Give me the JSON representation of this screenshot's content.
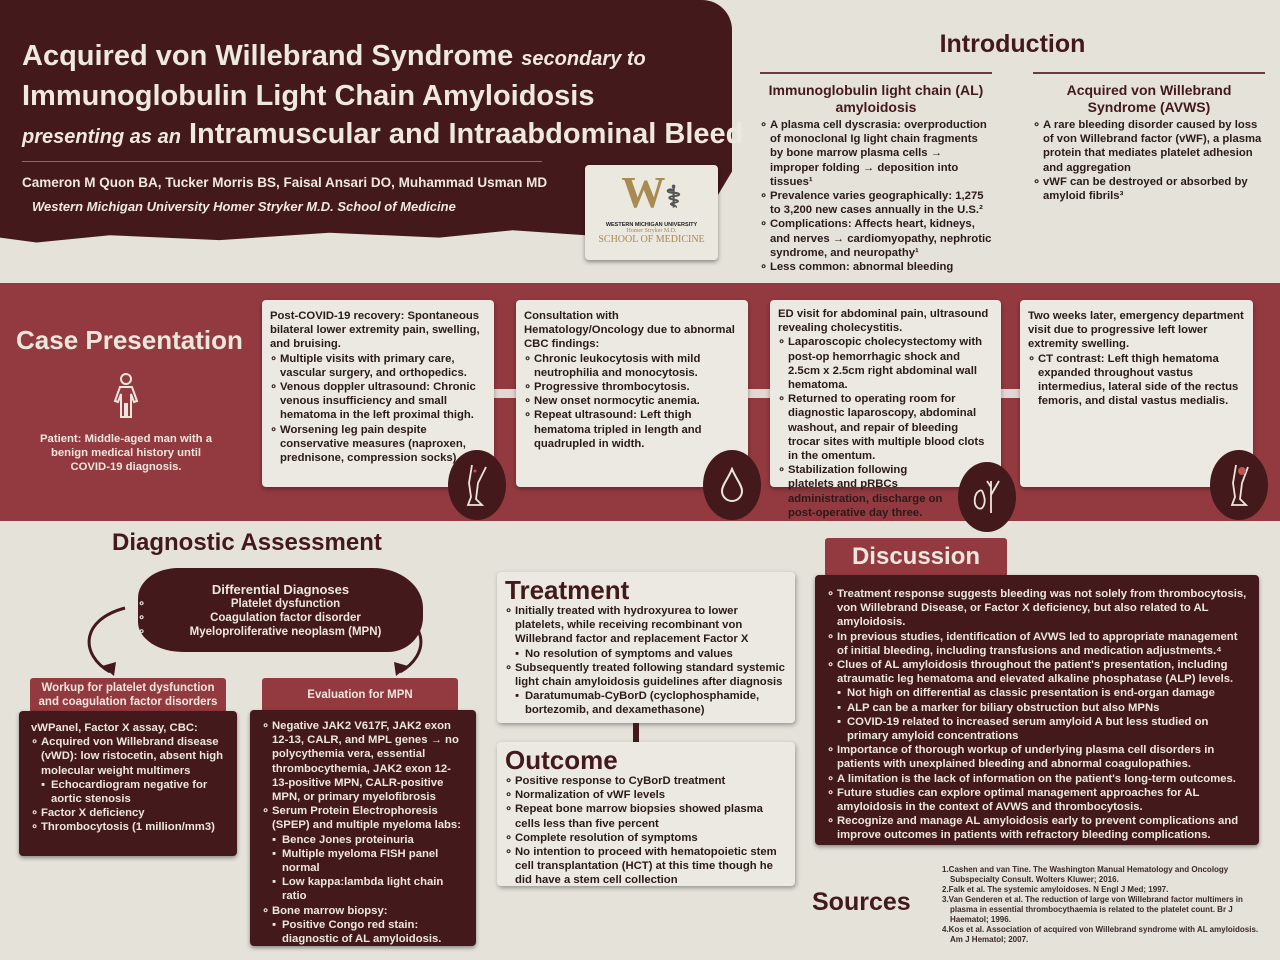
{
  "header": {
    "title_a": "Acquired von Willebrand Syndrome",
    "title_b": "secondary to",
    "title_c": "Immunoglobulin Light Chain Amyloidosis",
    "title_d": "presenting as an",
    "title_e": "Intramuscular and Intraabdominal Bleed",
    "authors": "Cameron M Quon BA, Tucker Morris BS, Faisal Ansari DO, Muhammad Usman MD",
    "affiliation": "Western Michigan University Homer Stryker M.D. School of Medicine",
    "logo": {
      "line1": "Western Michigan University",
      "line2": "Homer Stryker M.D.",
      "line3": "SCHOOL OF MEDICINE"
    }
  },
  "introduction": {
    "title": "Introduction",
    "columns": [
      {
        "heading": "Immunoglobulin light chain (AL) amyloidosis",
        "items": [
          {
            "text": "A plasma cell dyscrasia: overproduction of monoclonal Ig light chain fragments by bone marrow plasma cells → improper folding → deposition into tissues¹"
          },
          {
            "text": "Prevalence varies geographically: 1,275 to 3,200 new cases annually in the U.S.²"
          },
          {
            "text": "Complications: Affects heart, kidneys, and nerves → cardiomyopathy, nephrotic syndrome, and neuropathy¹"
          },
          {
            "text": "Less common: abnormal bleeding"
          }
        ]
      },
      {
        "heading": "Acquired von Willebrand Syndrome (AVWS)",
        "items": [
          {
            "text": "A rare bleeding disorder caused by loss of von Willebrand factor (vWF), a plasma protein that mediates platelet adhesion and aggregation"
          },
          {
            "text": "vWF can be destroyed or absorbed by amyloid fibrils³"
          }
        ]
      }
    ]
  },
  "case": {
    "title": "Case Presentation",
    "patient": "Patient: Middle-aged man with a benign medical history until COVID-19 diagnosis.",
    "cards": [
      {
        "lead": "Post-COVID-19 recovery: Spontaneous bilateral lower extremity pain, swelling, and bruising.",
        "icon": "leg-icon",
        "items": [
          {
            "text": "Multiple visits with primary care, vascular surgery, and orthopedics."
          },
          {
            "text": "Venous doppler ultrasound: Chronic venous insufficiency and small hematoma in the left proximal thigh."
          },
          {
            "text": "Worsening leg pain despite conservative measures (naproxen, prednisone, compression socks)."
          }
        ]
      },
      {
        "lead": "Consultation with Hematology/Oncology due to abnormal CBC findings:",
        "icon": "blood-drop-icon",
        "items": [
          {
            "text": "Chronic leukocytosis with mild neutrophilia and monocytosis."
          },
          {
            "text": "Progressive thrombocytosis."
          },
          {
            "text": "New onset normocytic anemia."
          },
          {
            "text": "Repeat ultrasound: Left thigh hematoma tripled in length and quadrupled in width."
          }
        ]
      },
      {
        "lead": "ED visit for abdominal pain, ultrasound revealing cholecystitis.",
        "icon": "gallbladder-icon",
        "items": [
          {
            "text": "Laparoscopic cholecystectomy with post-op hemorrhagic shock and 2.5cm x 2.5cm right abdominal wall hematoma."
          },
          {
            "text": "Returned to operating room for diagnostic laparoscopy, abdominal washout, and repair of bleeding trocar sites with multiple blood clots in the omentum."
          },
          {
            "text": "Stabilization following platelets and pRBCs administration, discharge on post-operative day three."
          }
        ]
      },
      {
        "lead": "Two weeks later, emergency department visit due to progressive left lower extremity swelling.",
        "icon": "leg-hematoma-icon",
        "items": [
          {
            "text": "CT contrast: Left thigh hematoma expanded throughout vastus intermedius, lateral side of the rectus femoris, and distal vastus medialis."
          }
        ]
      }
    ]
  },
  "diagnostic": {
    "title": "Diagnostic Assessment",
    "differential": {
      "title": "Differential Diagnoses",
      "items": [
        {
          "text": "Platelet dysfunction"
        },
        {
          "text": "Coagulation factor disorder"
        },
        {
          "text": "Myeloproliferative neoplasm (MPN)"
        }
      ]
    },
    "workup": {
      "title": "Workup for platelet dysfunction and coagulation factor disorders",
      "items": [
        {
          "text": "vWPanel, Factor X assay, CBC:",
          "plain": true
        },
        {
          "text": "Acquired von Willebrand disease (vWD): low ristocetin, absent high molecular weight multimers"
        },
        {
          "text": "Echocardiogram negative for aortic stenosis",
          "sub": true
        },
        {
          "text": "Factor X deficiency"
        },
        {
          "text": "Thrombocytosis (1 million/mm3)"
        }
      ]
    },
    "mpn": {
      "title": "Evaluation for MPN",
      "items": [
        {
          "text": "Negative JAK2 V617F, JAK2 exon 12-13, CALR, and MPL genes → no polycythemia vera, essential thrombocythemia, JAK2 exon 12-13-positive MPN, CALR-positive MPN, or primary myelofibrosis"
        },
        {
          "text": "Serum Protein Electrophoresis (SPEP) and multiple myeloma labs:"
        },
        {
          "text": "Bence Jones proteinuria",
          "sub": true
        },
        {
          "text": "Multiple myeloma FISH panel normal",
          "sub": true
        },
        {
          "text": "Low kappa:lambda light chain ratio",
          "sub": true
        },
        {
          "text": "Bone marrow biopsy:"
        },
        {
          "text": "Positive Congo red stain: diagnostic of AL amyloidosis.",
          "sub": true
        }
      ]
    }
  },
  "treatment": {
    "title": "Treatment",
    "items": [
      {
        "text": "Initially treated with hydroxyurea to lower platelets, while receiving recombinant von Willebrand factor and replacement Factor X"
      },
      {
        "text": "No resolution of symptoms and values",
        "sub": true
      },
      {
        "text": "Subsequently treated following standard systemic light chain amyloidosis guidelines after diagnosis"
      },
      {
        "text": "Daratumumab-CyBorD (cyclophosphamide, bortezomib, and dexamethasone)",
        "sub": true
      }
    ]
  },
  "outcome": {
    "title": "Outcome",
    "items": [
      {
        "text": "Positive response to CyBorD treatment"
      },
      {
        "text": "Normalization of vWF levels"
      },
      {
        "text": "Repeat bone marrow biopsies showed plasma cells less than five percent"
      },
      {
        "text": "Complete resolution of symptoms"
      },
      {
        "text": "No intention to proceed with hematopoietic stem cell transplantation (HCT) at this time though he did have a stem cell collection"
      }
    ]
  },
  "discussion": {
    "title": "Discussion",
    "items": [
      {
        "text": "Treatment response suggests bleeding was not solely from thrombocytosis, von Willebrand Disease, or Factor X deficiency, but also related to AL amyloidosis."
      },
      {
        "text": "In previous studies, identification of AVWS led to appropriate management of initial bleeding, including transfusions and medication adjustments.⁴"
      },
      {
        "text": "Clues of AL amyloidosis throughout the patient's presentation, including atraumatic leg hematoma and elevated alkaline phosphatase (ALP) levels."
      },
      {
        "text": "Not high on differential as classic presentation is end-organ damage",
        "sub": true
      },
      {
        "text": "ALP can be a marker for biliary obstruction but also MPNs",
        "sub": true
      },
      {
        "text": "COVID-19 related to increased serum amyloid A but less studied on primary amyloid concentrations",
        "sub": true
      },
      {
        "text": "Importance of thorough workup of underlying plasma cell disorders in patients with unexplained bleeding and abnormal coagulopathies."
      },
      {
        "text": "A limitation is the lack of information on the patient's long-term outcomes."
      },
      {
        "text": "Future studies can explore optimal management approaches for AL amyloidosis in the context of AVWS and thrombocytosis."
      },
      {
        "text": "Recognize and manage AL amyloidosis early to prevent complications and improve outcomes in patients with refractory bleeding complications."
      }
    ]
  },
  "sources": {
    "title": "Sources",
    "refs": [
      "1.Cashen and van Tine. The Washington Manual Hematology and Oncology Subspecialty Consult. Wolters Kluwer; 2016.",
      "2.Falk et al. The systemic amyloidoses. N Engl J Med; 1997.",
      "3.Van Genderen et al. The reduction of large von Willebrand factor multimers in plasma in essential thrombocythaemia is related to the platelet count. Br J Haematol; 1996.",
      "4.Kos et al. Association of acquired von Willebrand syndrome with AL amyloidosis. Am J Hematol; 2007."
    ]
  },
  "colors": {
    "maroon": "#43191b",
    "red": "#933a40",
    "background": "#e5e2da"
  }
}
